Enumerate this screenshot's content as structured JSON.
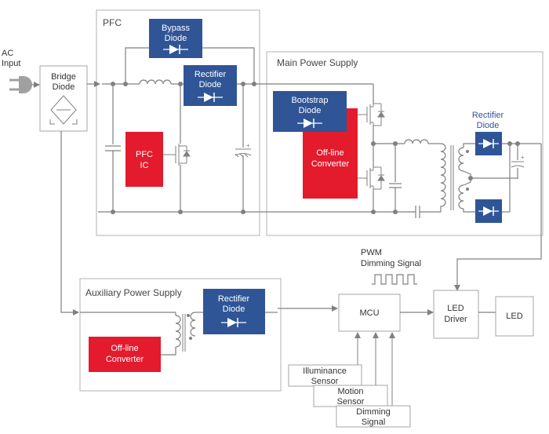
{
  "sections": {
    "pfc": "PFC",
    "main_power_supply": "Main Power Supply",
    "auxiliary_power_supply": "Auxiliary Power Supply"
  },
  "labels": {
    "ac_input_1": "AC",
    "ac_input_2": "Input",
    "bridge_diode_1": "Bridge",
    "bridge_diode_2": "Diode",
    "bypass_diode_1": "Bypass",
    "bypass_diode_2": "Diode",
    "pfc_rectifier_1": "Rectifier",
    "pfc_rectifier_2": "Diode",
    "pfc_ic_1": "PFC",
    "pfc_ic_2": "IC",
    "bootstrap_diode_1": "Bootstrap",
    "bootstrap_diode_2": "Diode",
    "offline_main_1": "Off-line",
    "offline_main_2": "Converter",
    "main_rectifier_1": "Rectifier",
    "main_rectifier_2": "Diode",
    "pwm_1": "PWM",
    "pwm_2": "Dimming Signal",
    "aux_rectifier_1": "Rectifier",
    "aux_rectifier_2": "Diode",
    "offline_aux_1": "Off-line",
    "offline_aux_2": "Converter",
    "mcu": "MCU",
    "led_driver_1": "LED",
    "led_driver_2": "Driver",
    "led": "LED",
    "illuminance_1": "Illuminance",
    "illuminance_2": "Sensor",
    "motion_1": "Motion",
    "motion_2": "Sensor",
    "dimming_1": "Dimming",
    "dimming_2": "Signal"
  },
  "colors": {
    "diode_block": "#2f5597",
    "converter_block": "#e31b2d",
    "wire": "#808080"
  }
}
